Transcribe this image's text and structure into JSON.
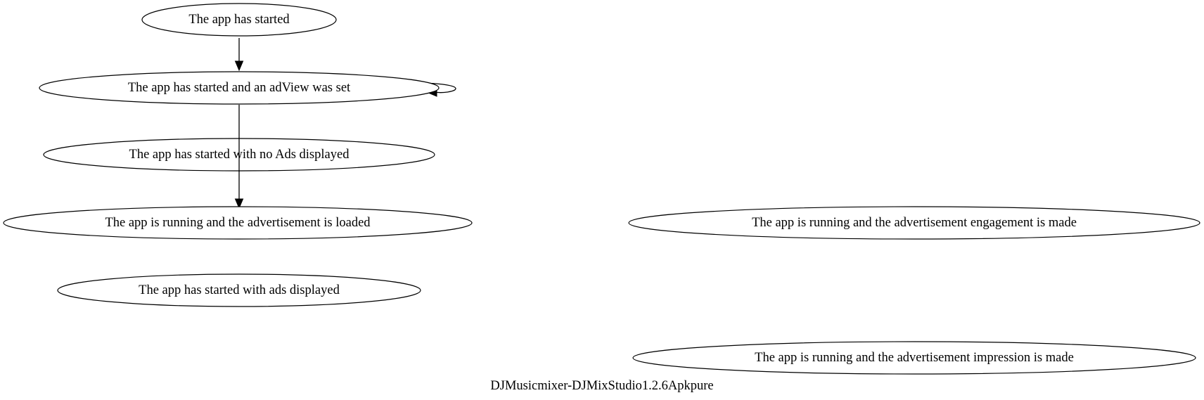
{
  "graph": {
    "caption": "DJMusicmixer-DJMixStudio1.2.6Apkpure",
    "nodes": [
      {
        "id": "started",
        "label": "The app has started"
      },
      {
        "id": "adview",
        "label": "The app has started and an adView was set"
      },
      {
        "id": "no-ads",
        "label": "The app has started with no Ads displayed"
      },
      {
        "id": "ad-loaded",
        "label": "The app is running and the advertisement is loaded"
      },
      {
        "id": "engagement",
        "label": "The app is running and the advertisement engagement is made"
      },
      {
        "id": "ads-displayed",
        "label": "The app has started with ads displayed"
      },
      {
        "id": "impression",
        "label": "The app is running and the advertisement impression is made"
      }
    ],
    "edges": [
      {
        "from": "started",
        "to": "adview"
      },
      {
        "from": "adview",
        "to": "adview"
      },
      {
        "from": "adview",
        "to": "ad-loaded"
      }
    ]
  }
}
